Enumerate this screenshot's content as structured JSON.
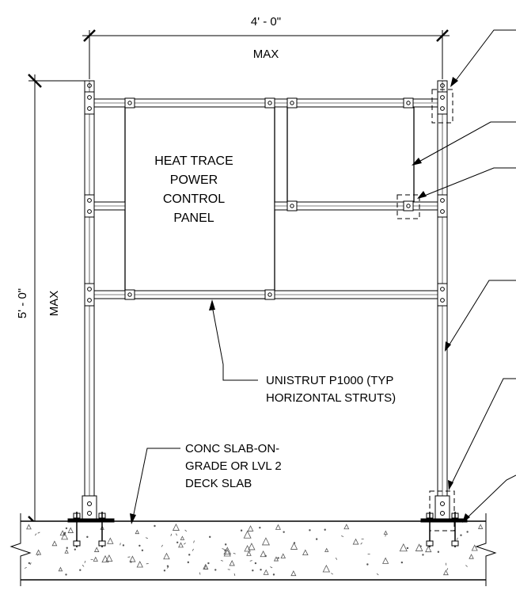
{
  "dimensions": {
    "width_value": "4' - 0\"",
    "width_qualifier": "MAX",
    "height_value": "5' - 0\"",
    "height_qualifier": "MAX"
  },
  "panel": {
    "lines": [
      "HEAT TRACE",
      "POWER",
      "CONTROL",
      "PANEL"
    ]
  },
  "notes": {
    "strut": [
      "UNISTRUT P1000 (TYP",
      "HORIZONTAL STRUTS)"
    ],
    "slab": [
      "CONC SLAB-ON-",
      "GRADE OR LVL 2",
      "DECK SLAB"
    ]
  },
  "colors": {
    "line": "#000000",
    "background": "#ffffff",
    "concrete_speckle": "#555555"
  }
}
